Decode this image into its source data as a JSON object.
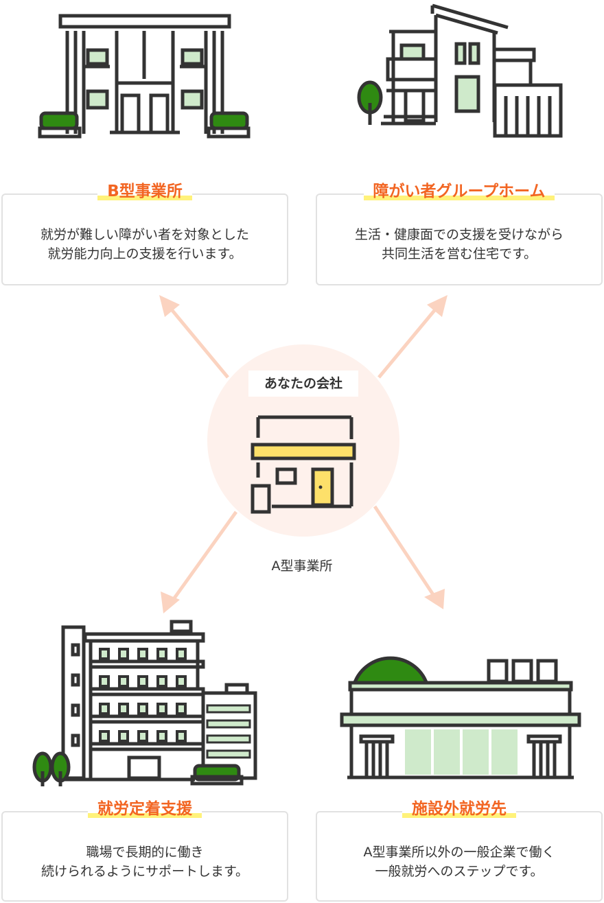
{
  "center": {
    "label": "あなたの会社",
    "caption": "A型事業所"
  },
  "cards": [
    {
      "title": "B型事業所",
      "lines": [
        "就労が難しい障がい者を対象とした",
        "就労能力向上の支援を行います。"
      ]
    },
    {
      "title": "障がい者グループホーム",
      "lines": [
        "生活・健康面での支援を受けながら",
        "共同生活を営む住宅です。"
      ]
    },
    {
      "title": "就労定着支援",
      "lines": [
        "職場で長期的に働き",
        "続けられるようにサポートします。"
      ]
    },
    {
      "title": "施設外就労先",
      "lines": [
        "A型事業所以外の一般企業で働く",
        "一般就労へのステップです。"
      ]
    }
  ],
  "colors": {
    "accent": "#f26522",
    "highlight": "#fff27a",
    "arrow": "#fbd3c0",
    "circle": "#fef1ec",
    "green": "#2f8a12",
    "light_green": "#cfeacb",
    "stroke": "#333333"
  }
}
